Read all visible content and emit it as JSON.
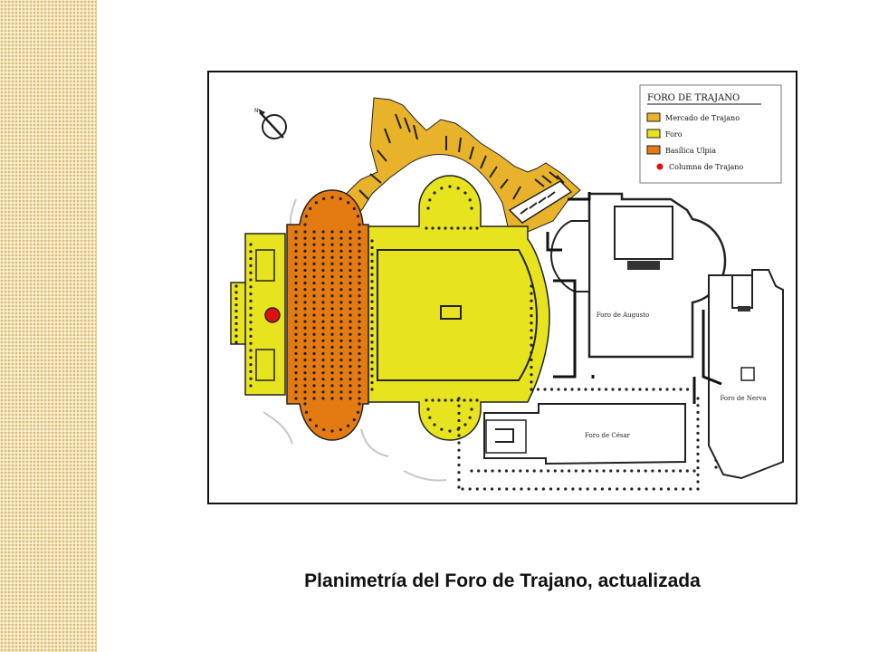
{
  "caption": "Planimetría del Foro de Trajano, actualizada",
  "legend": {
    "title": "FORO DE TRAJANO",
    "items": [
      {
        "label": "Mercado de Trajano",
        "color": "#e8b22a",
        "shape": "swatch"
      },
      {
        "label": "Foro",
        "color": "#e7e41f",
        "shape": "swatch"
      },
      {
        "label": "Basílica Ulpia",
        "color": "#e47a12",
        "shape": "swatch"
      },
      {
        "label": "Columna de Trajano",
        "color": "#e01010",
        "shape": "dot"
      }
    ]
  },
  "plan_labels": {
    "augusto": "Foro de Augusto",
    "cesar": "Foro de César",
    "nerva": "Foro de Nerva"
  },
  "icons": {
    "north": "north-arrow-icon"
  }
}
